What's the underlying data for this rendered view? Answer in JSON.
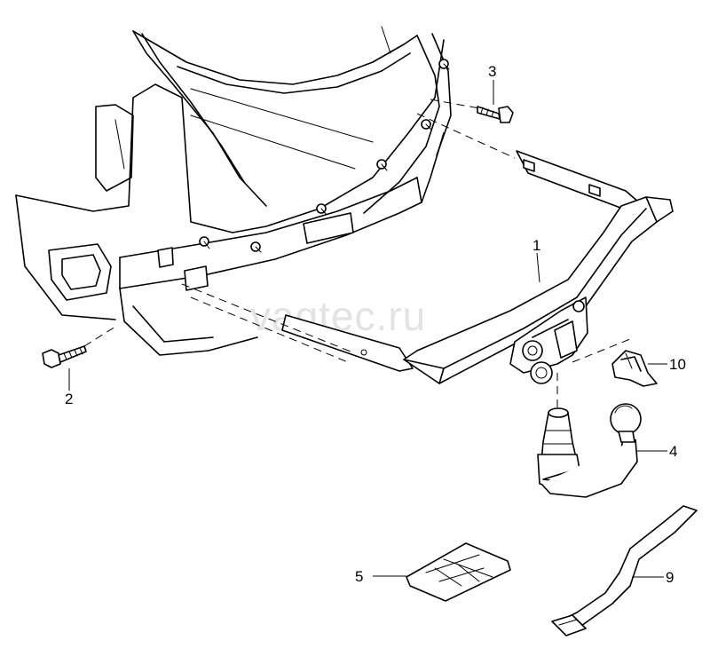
{
  "watermark": "vagtec.ru",
  "callouts": [
    {
      "id": "1",
      "label": "1",
      "part": "towbar-crossmember"
    },
    {
      "id": "2",
      "label": "2",
      "part": "bolt"
    },
    {
      "id": "3",
      "label": "3",
      "part": "bolt"
    },
    {
      "id": "4",
      "label": "4",
      "part": "ball-head-coupling"
    },
    {
      "id": "5",
      "label": "5",
      "part": "grease-sachet"
    },
    {
      "id": "9",
      "label": "9",
      "part": "strap"
    },
    {
      "id": "10",
      "label": "10",
      "part": "cap"
    }
  ]
}
